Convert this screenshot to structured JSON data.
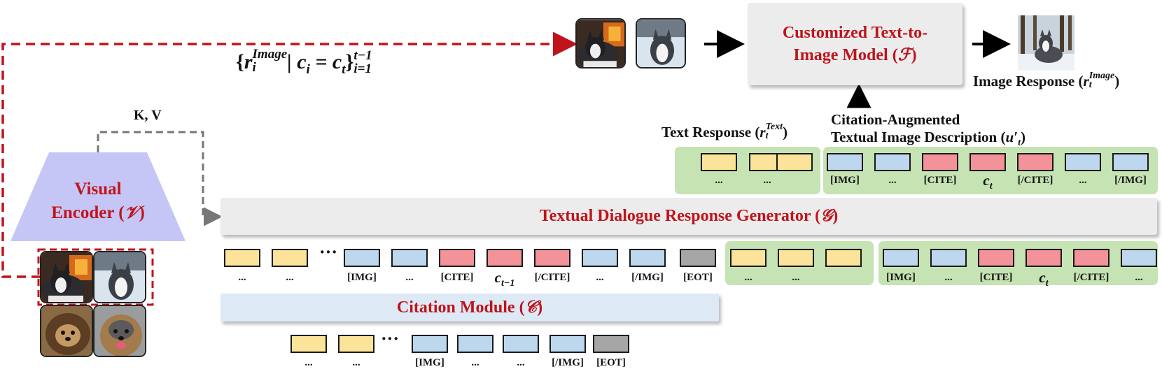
{
  "text_response_label": "Text Response (",
  "text_response_math": "r",
  "text_response_sub": "t",
  "text_response_sup": "Text",
  "text_response_close": ")",
  "citation_aug_line1": "Citation-Augmented",
  "citation_aug_line2": "Textual Image Description (",
  "citation_aug_math": "u′",
  "citation_aug_sub": "t",
  "citation_aug_close": ")",
  "image_response_label": "Image Response (",
  "image_response_math": "r",
  "image_response_sub": "t",
  "image_response_sup": "Image",
  "image_response_close": ")",
  "set_notation": {
    "open": "{",
    "r": "r",
    "sub_i": "i",
    "sup_image": "Image",
    "cond": "| c",
    "cond_sub": "i",
    "eq": " = c",
    "eq_sub": "t",
    "close": "}",
    "upper": "t−1",
    "lower": "i=1"
  },
  "kv_label": "K, V",
  "visual_encoder": {
    "line1": "Visual",
    "line2": "Encoder (",
    "sym": "𝒱",
    "close": ")"
  },
  "generator": {
    "text": "Textual Dialogue Response Generator (",
    "sym": "𝒢",
    "close": ")"
  },
  "citation_module": {
    "text": "Citation Module (",
    "sym": "𝒞",
    "close": ")"
  },
  "t2i_model": {
    "line1": "Customized Text-to-",
    "line2": "Image Model (",
    "sym": "ℱ",
    "close": ")"
  },
  "token_labels": {
    "dots": "...",
    "img": "[IMG]",
    "cite": "[CITE]",
    "close_cite": "[/CITE]",
    "close_img": "[/IMG]",
    "eot": "[EOT]",
    "ct": "c",
    "ct_sub": "t",
    "ct1_sub": "t−1"
  },
  "ellipsis_big": "···",
  "colors": {
    "yellow": "#fbe39a",
    "blue": "#bcd7ee",
    "red_token": "#f4929a",
    "gray_token": "#a6a6a6",
    "green_group": "#c6e3b3",
    "encoder": "#c5c6f5",
    "accent_red": "#c0141c",
    "generator_bar": "#ececec",
    "citation_bar": "#dde9f5"
  },
  "images": [
    "husky-by-fireplace",
    "husky-running-in-snow",
    "yorkie-with-toy",
    "yorkie-smiling",
    "husky-in-snowy-forest"
  ]
}
